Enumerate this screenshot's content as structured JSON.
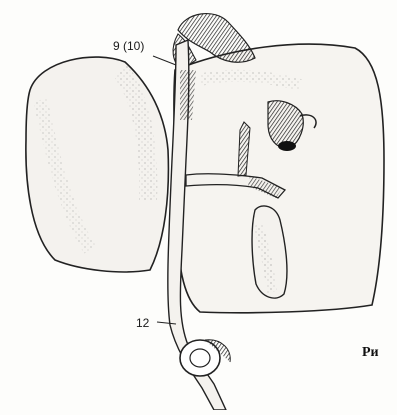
{
  "figure": {
    "callouts": [
      {
        "id": "label-9",
        "text": "9 (10)"
      },
      {
        "id": "label-12",
        "text": "12"
      }
    ],
    "caption_fragment": "Ри"
  }
}
